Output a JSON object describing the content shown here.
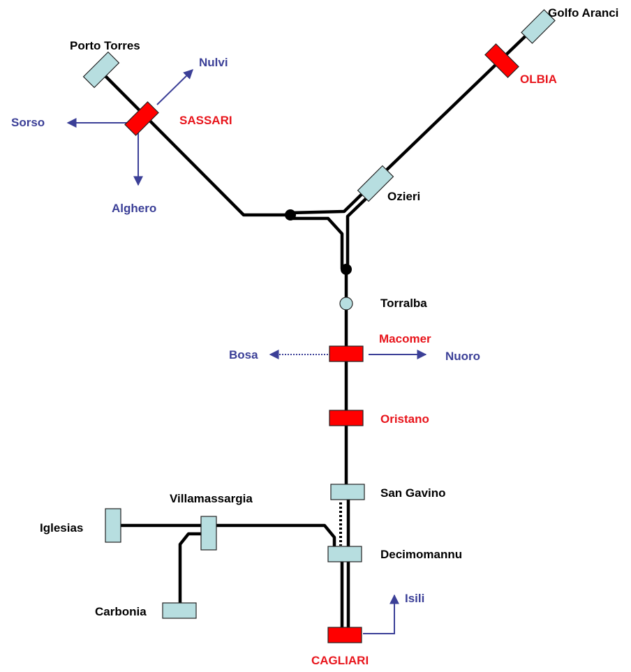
{
  "colors": {
    "track": "#000000",
    "main_station_fill": "#ff0000",
    "minor_station_fill": "#b7dee0",
    "station_stroke": "#222222",
    "connection_arrow": "#3b3f97",
    "main_station_label": "#e8141b",
    "minor_station_label": "#000000",
    "connection_label": "#3b3f97"
  },
  "stations": {
    "golfo_aranci": "Golfo Aranci",
    "porto_torres": "Porto Torres",
    "olbia": "OLBIA",
    "sassari": "SASSARI",
    "ozieri": "Ozieri",
    "torralba": "Torralba",
    "macomer": "Macomer",
    "oristano": "Oristano",
    "san_gavino": "San Gavino",
    "villamassargia": "Villamassargia",
    "iglesias": "Iglesias",
    "decimomannu": "Decimomannu",
    "carbonia": "Carbonia",
    "cagliari": "CAGLIARI"
  },
  "connections": {
    "nulvi": "Nulvi",
    "sorso": "Sorso",
    "alghero": "Alghero",
    "bosa": "Bosa",
    "nuoro": "Nuoro",
    "isili": "Isili"
  }
}
